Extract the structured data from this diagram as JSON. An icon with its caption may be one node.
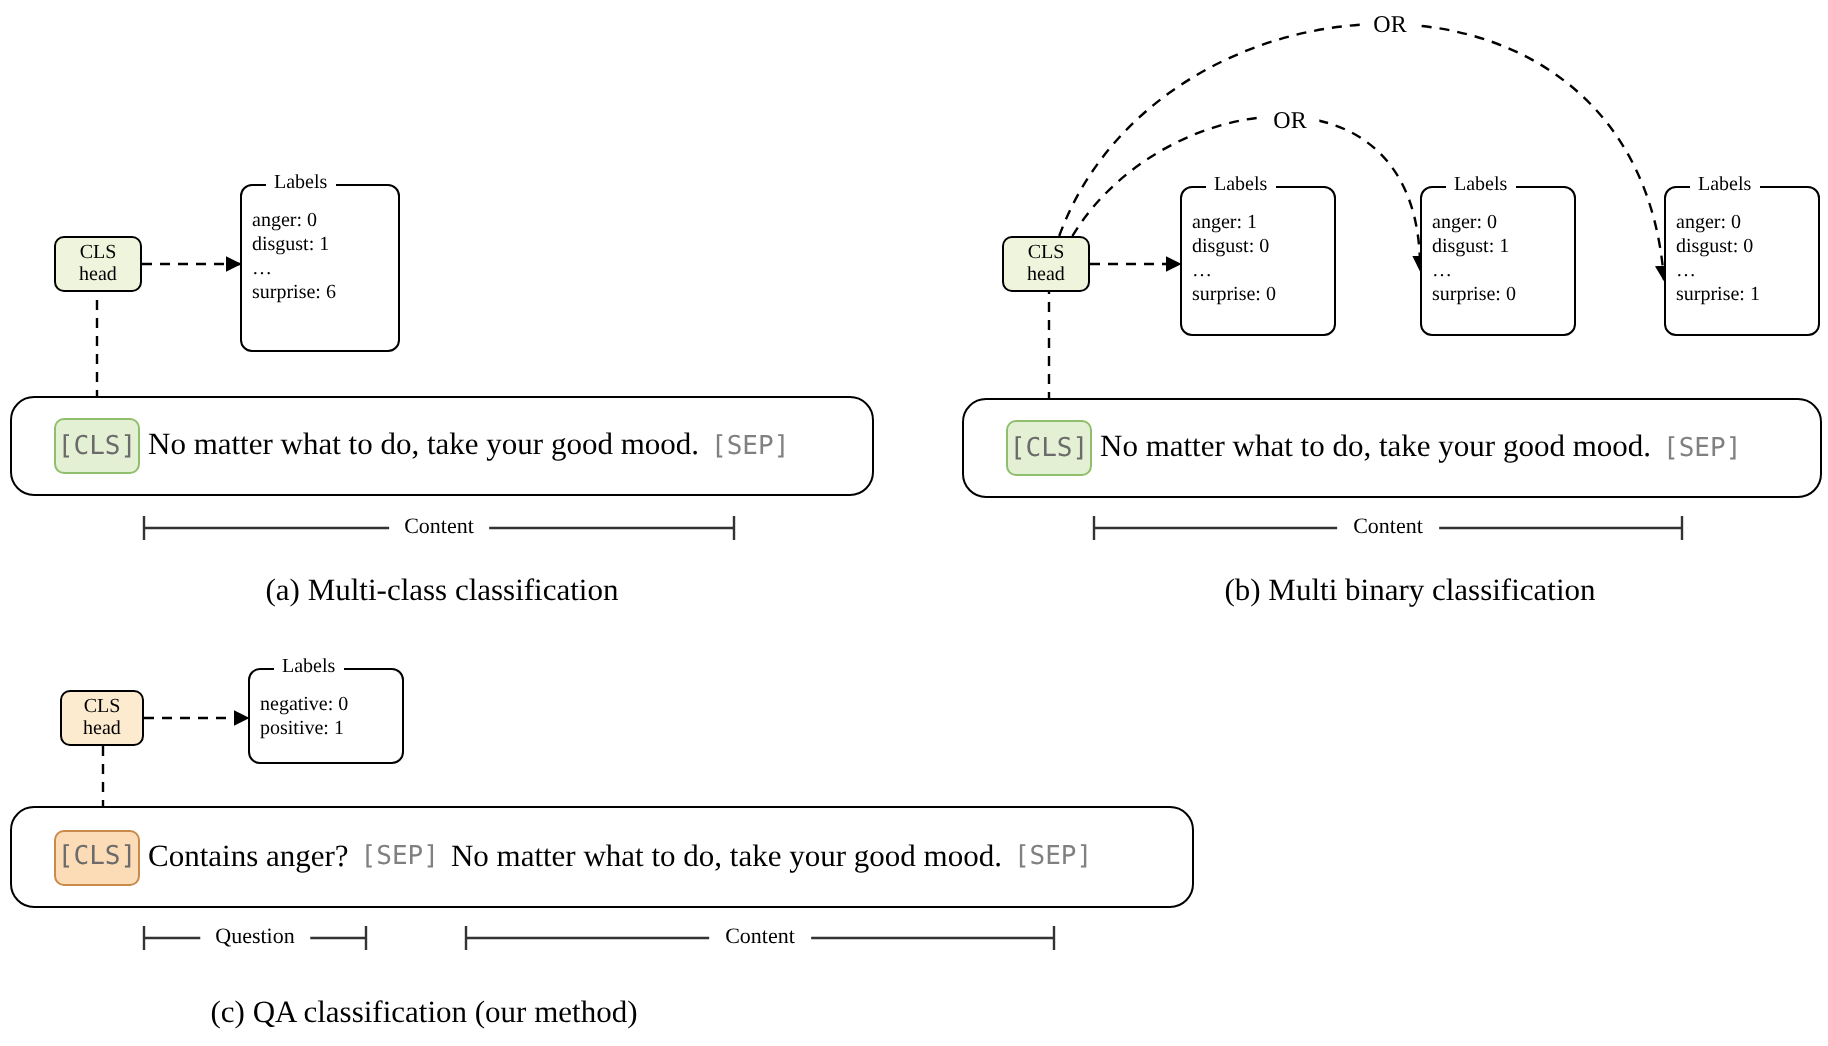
{
  "diagram": {
    "nodes": [
      {
        "text": [
          "CLS head"
        ]
      },
      {
        "text": [
          "Labels",
          "anger: 0",
          "disgust: 1",
          "…",
          "surprise: 6"
        ]
      },
      {
        "text": [
          "No matter what to do, take your good mood.",
          "[SEP]"
        ]
      },
      {
        "text": [
          "[CLS]"
        ],
        "in": 2
      },
      {
        "text": [
          "CLS head"
        ]
      },
      {
        "text": [
          "Labels",
          "anger: 1",
          "disgust: 0",
          "…",
          "surprise: 0"
        ]
      },
      {
        "text": [
          "Labels",
          "anger: 0",
          "disgust: 1",
          "…",
          "surprise: 0"
        ]
      },
      {
        "text": [
          "Labels",
          "anger: 0",
          "disgust: 0",
          "…",
          "surprise: 1"
        ]
      },
      {
        "text": [
          "No matter what to do, take your good mood.",
          "[SEP]"
        ]
      },
      {
        "text": [
          "[CLS]"
        ],
        "in": 8
      },
      {
        "text": [
          "CLS head"
        ]
      },
      {
        "text": [
          "Labels",
          "negative: 0",
          "positive: 1"
        ]
      },
      {
        "text": [
          "Contains anger?",
          "[SEP]",
          "No matter what to do, take your good mood.",
          "[SEP]"
        ]
      },
      {
        "text": [
          "[CLS]"
        ],
        "in": 12
      }
    ],
    "edges": [
      {
        "from": 0,
        "to": 1,
        "arrow": "to",
        "style": "dashed"
      },
      {
        "from": 3,
        "to": 0,
        "arrow": "none",
        "style": "dashed"
      },
      {
        "from": 4,
        "to": 5,
        "arrow": "to",
        "style": "dashed"
      },
      {
        "from": 4,
        "to": 6,
        "arrow": "to",
        "style": "dashed",
        "label": "OR"
      },
      {
        "from": 4,
        "to": 7,
        "arrow": "to",
        "style": "dashed",
        "label": "OR"
      },
      {
        "from": 9,
        "to": 4,
        "arrow": "none",
        "style": "dashed"
      },
      {
        "from": 10,
        "to": 11,
        "arrow": "to",
        "style": "dashed"
      },
      {
        "from": 13,
        "to": 10,
        "arrow": "none",
        "style": "dashed"
      }
    ],
    "labels": [
      "Content",
      "(a) Multi-class classification",
      "Content",
      "(b) Multi binary classification",
      "Question",
      "Content",
      "(c) QA classification (our method)"
    ]
  }
}
